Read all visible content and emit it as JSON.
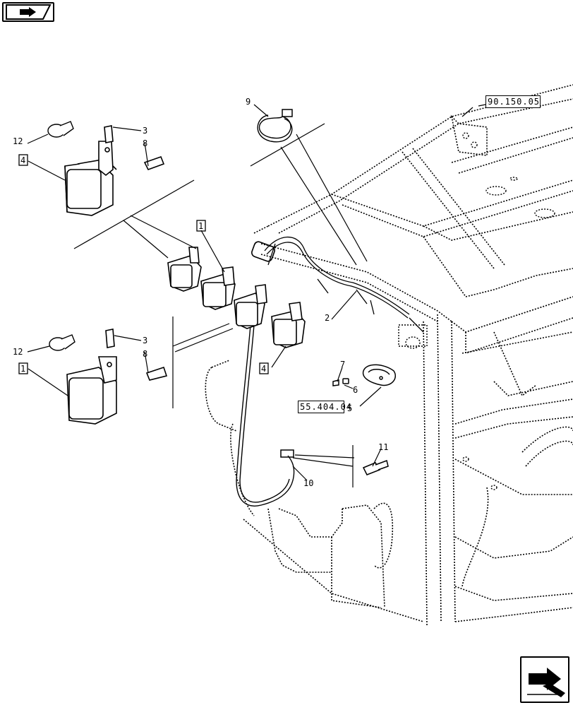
{
  "icons": {
    "top_left": "book-flag-icon",
    "bottom_right": "next-page-arrow-icon"
  },
  "refs": {
    "top_right": "90.150.05",
    "middle": "55.404.04"
  },
  "callouts": {
    "c1a": "1",
    "c1b": "1",
    "c2": "2",
    "c3a": "3",
    "c3b": "3",
    "c4a": "4",
    "c4b": "4",
    "c5": "5",
    "c6": "6",
    "c7": "7",
    "c8a": "8",
    "c8b": "8",
    "c9": "9",
    "c10": "10",
    "c11": "11",
    "c12a": "12",
    "c12b": "12"
  }
}
